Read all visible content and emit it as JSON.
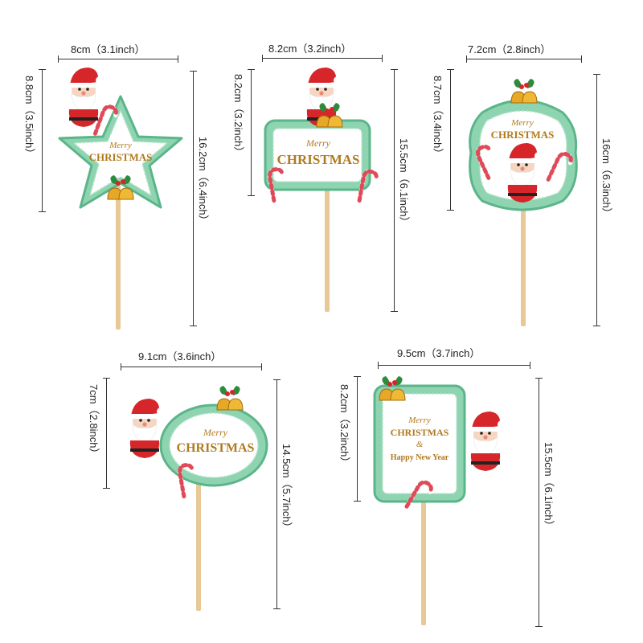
{
  "toppers": [
    {
      "shape": "star",
      "width_label": "8cm（3.1inch）",
      "height_label": "8.8cm（3.5inch）",
      "total_label": "16.2cm（6.4inch）",
      "line1": "Merry",
      "line2": "CHRISTMAS"
    },
    {
      "shape": "sign",
      "width_label": "8.2cm（3.2inch）",
      "height_label": "8.2cm（3.2inch）",
      "total_label": "15.5cm（6.1inch）",
      "line1": "Merry",
      "line2": "CHRISTMAS"
    },
    {
      "shape": "round-frame",
      "width_label": "7.2cm（2.8inch）",
      "height_label": "8.7cm（3.4inch）",
      "total_label": "16cm（6.3inch）",
      "line1": "Merry",
      "line2": "CHRISTMAS"
    },
    {
      "shape": "oval",
      "width_label": "9.1cm（3.6inch）",
      "height_label": "7cm（2.8inch）",
      "total_label": "14.5cm（5.7inch）",
      "line1": "Merry",
      "line2": "CHRISTMAS"
    },
    {
      "shape": "rectangle",
      "width_label": "9.5cm（3.7inch）",
      "height_label": "8.2cm（3.2inch）",
      "total_label": "15.5cm（6.1inch）",
      "line1": "Merry",
      "line2": "CHRISTMAS",
      "line3": "&",
      "line4": "Happy New Year"
    }
  ],
  "colors": {
    "frame_green": "#8fd4b0",
    "frame_dark": "#5bb58a",
    "gold": "#b07a1e",
    "stick": "#e8c896",
    "santa_red": "#d6262a"
  }
}
